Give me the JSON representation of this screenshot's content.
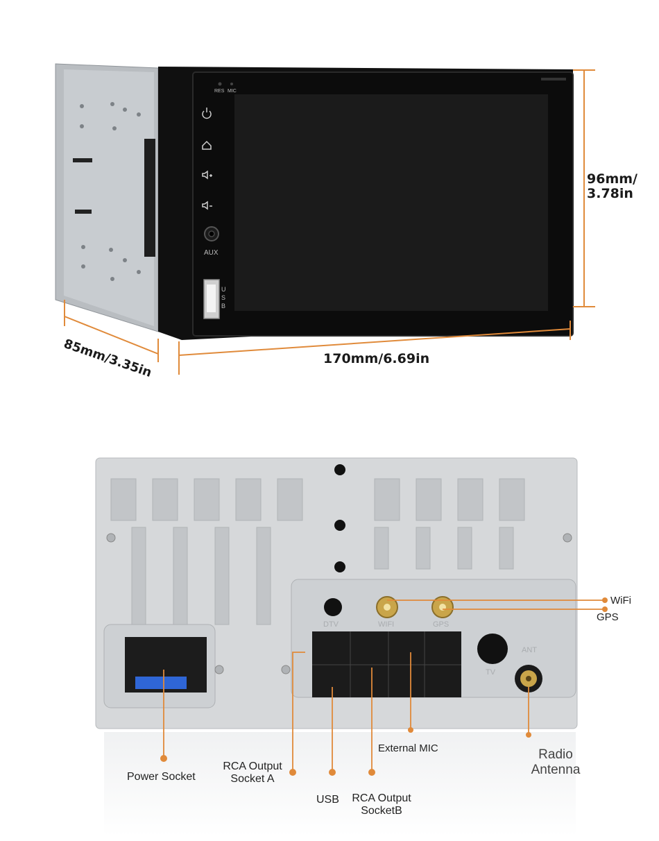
{
  "front": {
    "buttons": {
      "res": "RES",
      "mic": "MIC",
      "aux": "AUX",
      "usb": "U\nS\nB"
    },
    "icons": [
      "power-icon",
      "home-icon",
      "volume-up-icon",
      "volume-down-icon"
    ]
  },
  "dimensions": {
    "height": "96mm/\n3.78in",
    "width": "170mm/6.69in",
    "depth": "85mm/3.35in"
  },
  "rear": {
    "connectors_text": {
      "dtv": "DTV",
      "wifi": "WIFI",
      "gps": "GPS",
      "ant": "ANT",
      "tv": "TV"
    }
  },
  "callouts": {
    "wifi": "WiFi",
    "gps": "GPS",
    "power_socket": "Power Socket",
    "rca_a": "RCA Output\nSocket A",
    "usb": "USB",
    "rca_b": "RCA Output\nSocketB",
    "external_mic": "External MIC",
    "radio_antenna": "Radio\nAntenna"
  },
  "colors": {
    "accent": "#e08a3a",
    "screen": "#1b1b1b",
    "chassis": "#c9cccf",
    "rear_panel": "#d6d8da"
  }
}
